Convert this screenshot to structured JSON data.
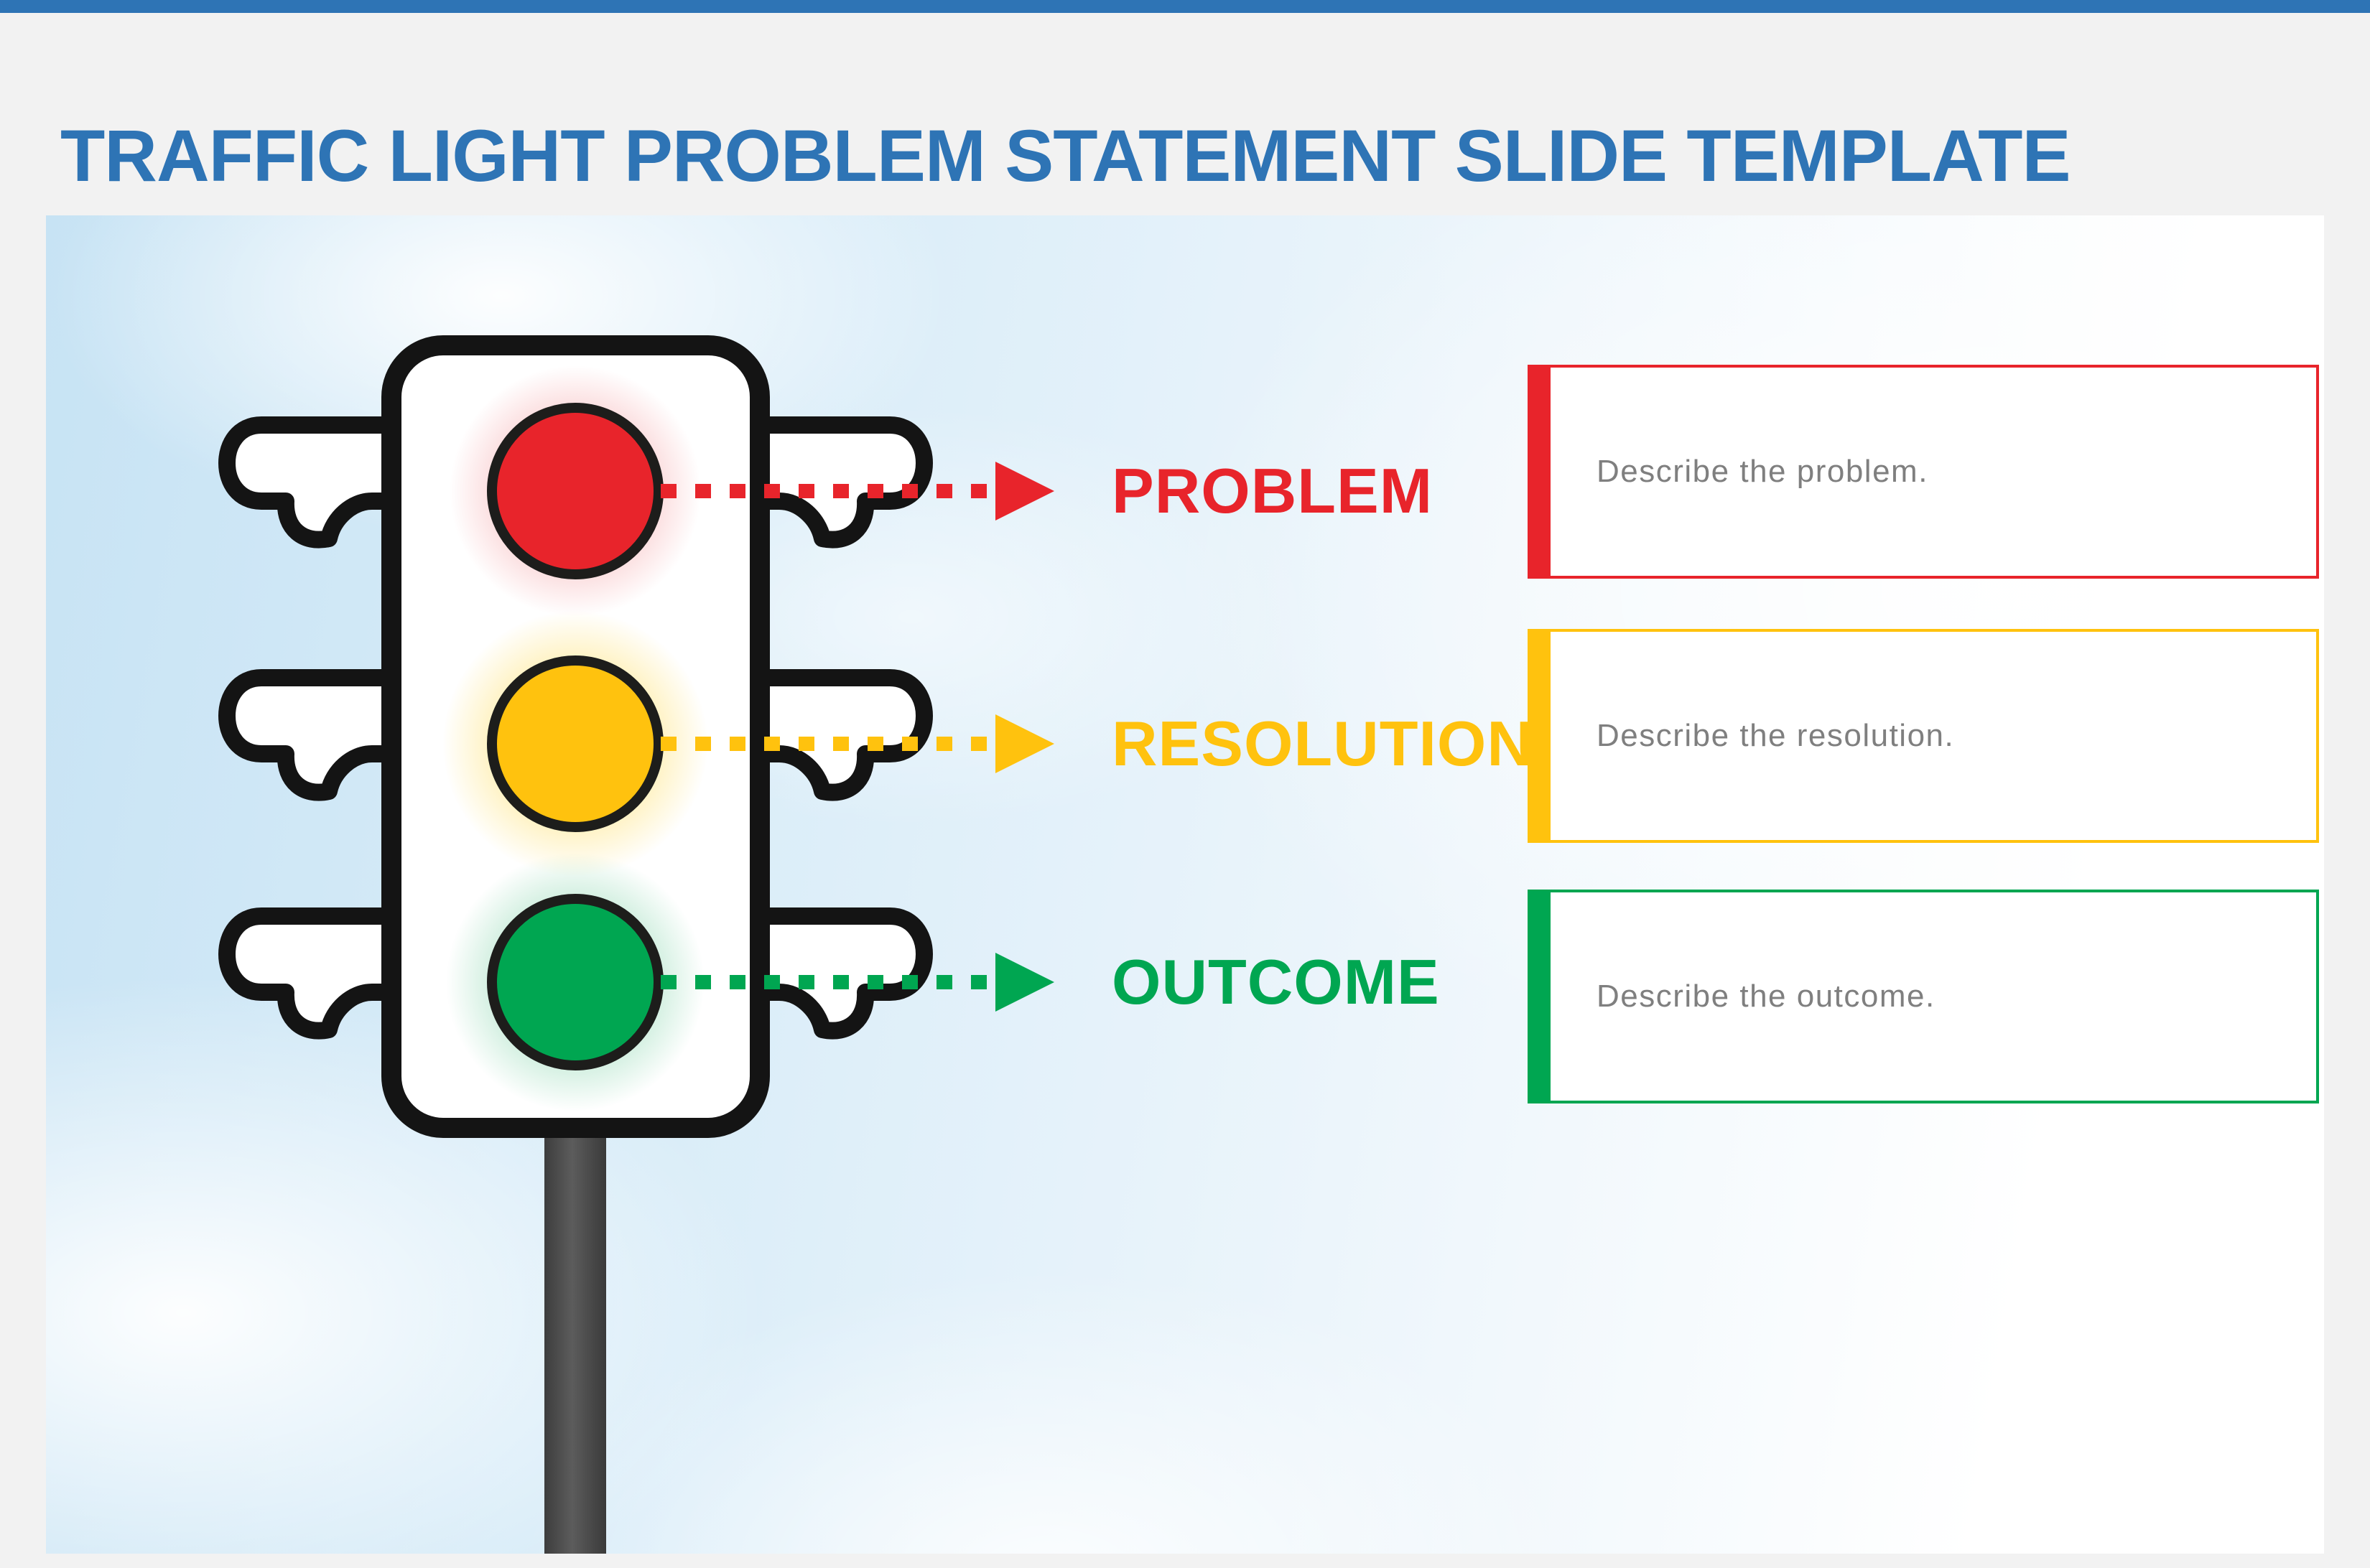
{
  "page": {
    "title": "TRAFFIC LIGHT PROBLEM STATEMENT SLIDE TEMPLATE"
  },
  "rows": [
    {
      "key": "problem",
      "label": "PROBLEM",
      "placeholder": "Describe the problem.",
      "color": "#E8242B"
    },
    {
      "key": "resolution",
      "label": "RESOLUTION",
      "placeholder": "Describe the resolution.",
      "color": "#FFC20E"
    },
    {
      "key": "outcome",
      "label": "OUTCOME",
      "placeholder": "Describe the outcome.",
      "color": "#00A651"
    }
  ],
  "illustration": {
    "name": "traffic-light",
    "lights": [
      "red",
      "yellow",
      "green"
    ],
    "light_colors": {
      "red": "#E8242B",
      "yellow": "#FFC20E",
      "green": "#00A651"
    }
  },
  "colors": {
    "title_blue": "#2E74B5",
    "top_accent_bar": "#2E74B5",
    "placeholder_text": "#7F7F7F",
    "pole_gray": "#4A4A4A",
    "page_background": "#F2F2F2"
  }
}
